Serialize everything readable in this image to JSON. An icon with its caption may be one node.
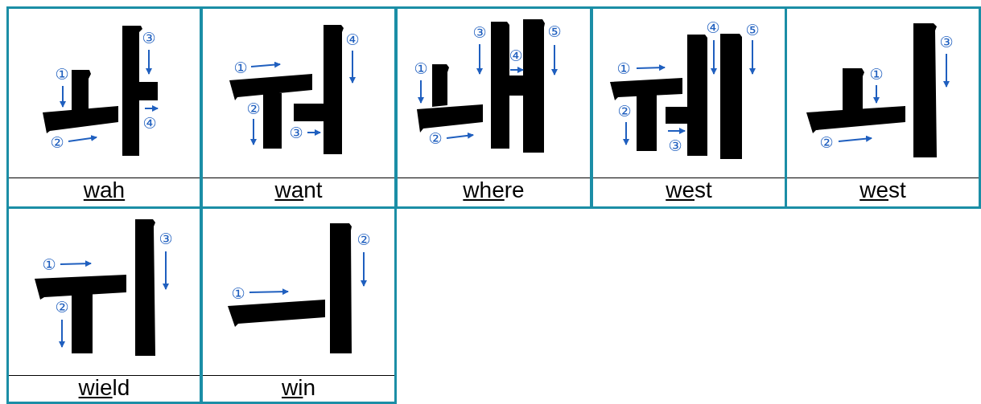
{
  "diagram": {
    "labels": [
      "①",
      "②",
      "③",
      "④",
      "wah",
      "①",
      "②",
      "③",
      "④",
      "want",
      "①",
      "②",
      "③",
      "④",
      "⑤",
      "where",
      "①",
      "②",
      "③",
      "④",
      "⑤",
      "west",
      "①",
      "②",
      "③",
      "west",
      "①",
      "②",
      "③",
      "wield",
      "①",
      "②",
      "win"
    ]
  }
}
